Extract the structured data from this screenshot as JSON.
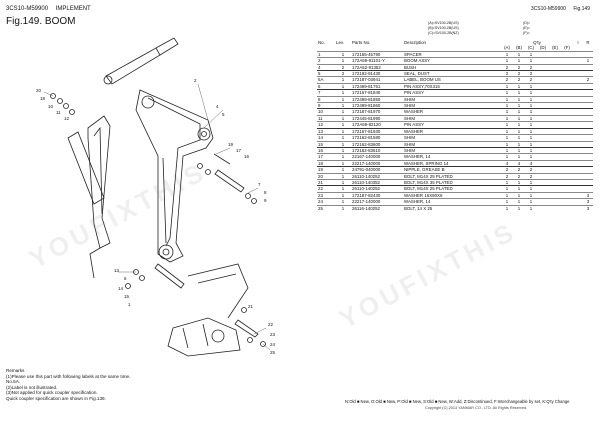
{
  "header": {
    "model": "3CS10-M59900",
    "section": "IMPLEMENT",
    "fig_label": "Fig.149.",
    "fig_name": "BOOM",
    "model_right": "3CS10-M59900",
    "fig_right": "Fig.149"
  },
  "variants": [
    "(A)=SV100-2B(US)",
    "(B)=SV100-2B(US)",
    "(C)=SV100-2B(NZ)"
  ],
  "extras": [
    "(D)=",
    "(E)=",
    "(F)="
  ],
  "columns": {
    "no": "No.",
    "lev": "Lev.",
    "part_no": "Parts No.",
    "description": "Description",
    "qty": "Q'ty",
    "a": "(A)",
    "b": "(B)",
    "c": "(C)",
    "d": "(D)",
    "e": "(E)",
    "f": "(F)",
    "i": "I",
    "r": "R"
  },
  "rows": [
    {
      "no": "1",
      "lev": "1",
      "part": "172155-45790",
      "desc": "SPACER",
      "a": "1",
      "b": "1",
      "c": "1",
      "i": "",
      "r": ""
    },
    {
      "no": "2",
      "lev": "1",
      "part": "172A69-91101-Y",
      "desc": "BOOM ASSY",
      "a": "1",
      "b": "1",
      "c": "1",
      "i": "",
      "r": "1"
    },
    {
      "no": "4",
      "lev": "2",
      "part": "172A52-91352",
      "desc": "BUSH",
      "a": "2",
      "b": "2",
      "c": "2",
      "i": "",
      "r": ""
    },
    {
      "no": "5",
      "lev": "2",
      "part": "172192-91430",
      "desc": "SEAL, DUST",
      "a": "2",
      "b": "2",
      "c": "2",
      "i": "",
      "r": ""
    },
    {
      "no": "5A",
      "lev": "1",
      "part": "172187-03941",
      "desc": "LABEL, BOOM US",
      "a": "2",
      "b": "2",
      "c": "2",
      "i": "",
      "r": "2"
    },
    {
      "no": "6",
      "lev": "1",
      "part": "172499-81751",
      "desc": "PIN ASSY,70X315",
      "a": "1",
      "b": "1",
      "c": "1",
      "i": "",
      "r": ""
    },
    {
      "no": "7",
      "lev": "1",
      "part": "172167-81840",
      "desc": "PIN ASSY",
      "a": "1",
      "b": "1",
      "c": "1",
      "i": "",
      "r": ""
    },
    {
      "no": "8",
      "lev": "1",
      "part": "172499-81850",
      "desc": "SHIM",
      "a": "1",
      "b": "1",
      "c": "1",
      "i": "",
      "r": ""
    },
    {
      "no": "9",
      "lev": "1",
      "part": "172499-81860",
      "desc": "SHIM",
      "a": "1",
      "b": "1",
      "c": "1",
      "i": "",
      "r": ""
    },
    {
      "no": "10",
      "lev": "1",
      "part": "172187-81970",
      "desc": "WASHER",
      "a": "1",
      "b": "1",
      "c": "1",
      "i": "",
      "r": ""
    },
    {
      "no": "11",
      "lev": "1",
      "part": "172445-81990",
      "desc": "SHIM",
      "a": "1",
      "b": "1",
      "c": "1",
      "i": "",
      "r": ""
    },
    {
      "no": "12",
      "lev": "1",
      "part": "172A69-82120",
      "desc": "PIN ASSY",
      "a": "1",
      "b": "1",
      "c": "1",
      "i": "",
      "r": ""
    },
    {
      "no": "13",
      "lev": "1",
      "part": "172167-81930",
      "desc": "WASHER",
      "a": "1",
      "b": "1",
      "c": "1",
      "i": "",
      "r": ""
    },
    {
      "no": "14",
      "lev": "1",
      "part": "172162-81580",
      "desc": "SHIM",
      "a": "1",
      "b": "1",
      "c": "1",
      "i": "",
      "r": ""
    },
    {
      "no": "15",
      "lev": "1",
      "part": "172162-83600",
      "desc": "SHIM",
      "a": "1",
      "b": "1",
      "c": "1",
      "i": "",
      "r": ""
    },
    {
      "no": "16",
      "lev": "1",
      "part": "172162-83610",
      "desc": "SHIM",
      "a": "1",
      "b": "1",
      "c": "1",
      "i": "",
      "r": ""
    },
    {
      "no": "17",
      "lev": "1",
      "part": "22167-140000",
      "desc": "WASHER, 14",
      "a": "1",
      "b": "1",
      "c": "1",
      "i": "",
      "r": ""
    },
    {
      "no": "18",
      "lev": "1",
      "part": "22217-140000",
      "desc": "WASHER, SPRING 14",
      "a": "4",
      "b": "4",
      "c": "4",
      "i": "",
      "r": ""
    },
    {
      "no": "19",
      "lev": "1",
      "part": "24791-040000",
      "desc": "NIPPLE, GREASE B",
      "a": "2",
      "b": "2",
      "c": "2",
      "i": "",
      "r": ""
    },
    {
      "no": "20",
      "lev": "1",
      "part": "26110-140252",
      "desc": "BOLT, M14X 25 PLATED",
      "a": "2",
      "b": "2",
      "c": "2",
      "i": "",
      "r": ""
    },
    {
      "no": "21",
      "lev": "1",
      "part": "26110-140352",
      "desc": "BOLT, M14X 35 PLATED",
      "a": "1",
      "b": "1",
      "c": "1",
      "i": "",
      "r": ""
    },
    {
      "no": "22",
      "lev": "1",
      "part": "26110-140252",
      "desc": "BOLT, M14X 25 PLATED",
      "a": "1",
      "b": "1",
      "c": "1",
      "i": "",
      "r": ""
    },
    {
      "no": "23",
      "lev": "1",
      "part": "172187-82430",
      "desc": "WASHER 16X90X6",
      "a": "1",
      "b": "1",
      "c": "1",
      "i": "",
      "r": "3"
    },
    {
      "no": "24",
      "lev": "1",
      "part": "22217-140000",
      "desc": "WASHER, 14",
      "a": "1",
      "b": "1",
      "c": "1",
      "i": "",
      "r": "3"
    },
    {
      "no": "25",
      "lev": "1",
      "part": "26116-140252",
      "desc": "BOLT, 14 X 25",
      "a": "1",
      "b": "1",
      "c": "1",
      "i": "",
      "r": "3"
    }
  ],
  "remarks": {
    "title": "Remarks",
    "lines": [
      "(1)Please use this part with following labels at the same time.",
      "No.5A.",
      "(2)Label is not illustrated.",
      "(3)Not applied for quick coupler specification.",
      "Quick coupler specification are shown in Fig.139."
    ]
  },
  "legend": "N:Old ■ New, O:Old ■ New, P:Old ■ New, S:Old ■ New, W:Add, Z:Discontinued, F:Interchangeable by set, K:Q'ty Change",
  "copyright": "Copyright (C) 2013 YANMAR CO., LTD. All Rights Reserved.",
  "watermark": "YOUFIXTHIS",
  "callouts": [
    "1",
    "2",
    "4",
    "5",
    "6",
    "7",
    "8",
    "9",
    "10",
    "11",
    "12",
    "13",
    "14",
    "15",
    "16",
    "17",
    "18",
    "19",
    "20",
    "21",
    "22",
    "23",
    "24",
    "25"
  ]
}
